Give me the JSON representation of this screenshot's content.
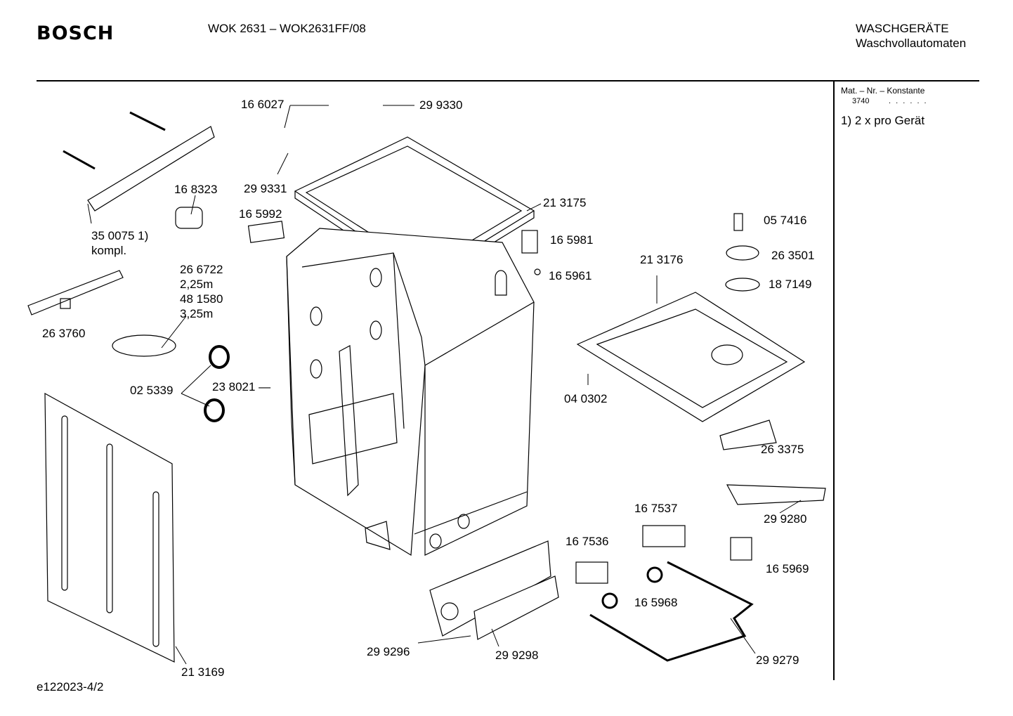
{
  "header": {
    "brand": "BOSCH",
    "model": "WOK 2631 – WOK2631FF/08",
    "category_line1": "WASCHGERÄTE",
    "category_line2": "Waschvollautomaten"
  },
  "sidebar": {
    "mat_label": "Mat. – Nr. – Konstante",
    "mat_value": "3740",
    "mat_dots": ". .   . . . .",
    "note": "1)  2 x pro Gerät"
  },
  "footer": {
    "doc_ref": "e122023-4/2"
  },
  "parts": {
    "p166027": "16 6027",
    "p299330": "29 9330",
    "p299331": "29 9331",
    "p168323": "16 8323",
    "p165992": "16 5992",
    "p213175": "21 3175",
    "p350075": "35 0075 1)",
    "p350075b": "kompl.",
    "p165981": "16 5981",
    "p057416": "05 7416",
    "p263501": "26 3501",
    "p213176": "21 3176",
    "p165961": "16 5961",
    "p187149": "18 7149",
    "p266722": "26 6722",
    "p266722len": "2,25m",
    "p481580": "48 1580",
    "p481580len": "3,25m",
    "p263760": "26 3760",
    "p025339": "02 5339",
    "p238021": "23 8021 —",
    "p040302": "04 0302",
    "p263375": "26 3375",
    "p167537": "16 7537",
    "p299280": "29 9280",
    "p167536": "16 7536",
    "p165969": "16 5969",
    "p165968": "16 5968",
    "p299296": "29 9296",
    "p299298": "29 9298",
    "p299279": "29 9279",
    "p213169": "21 3169"
  }
}
